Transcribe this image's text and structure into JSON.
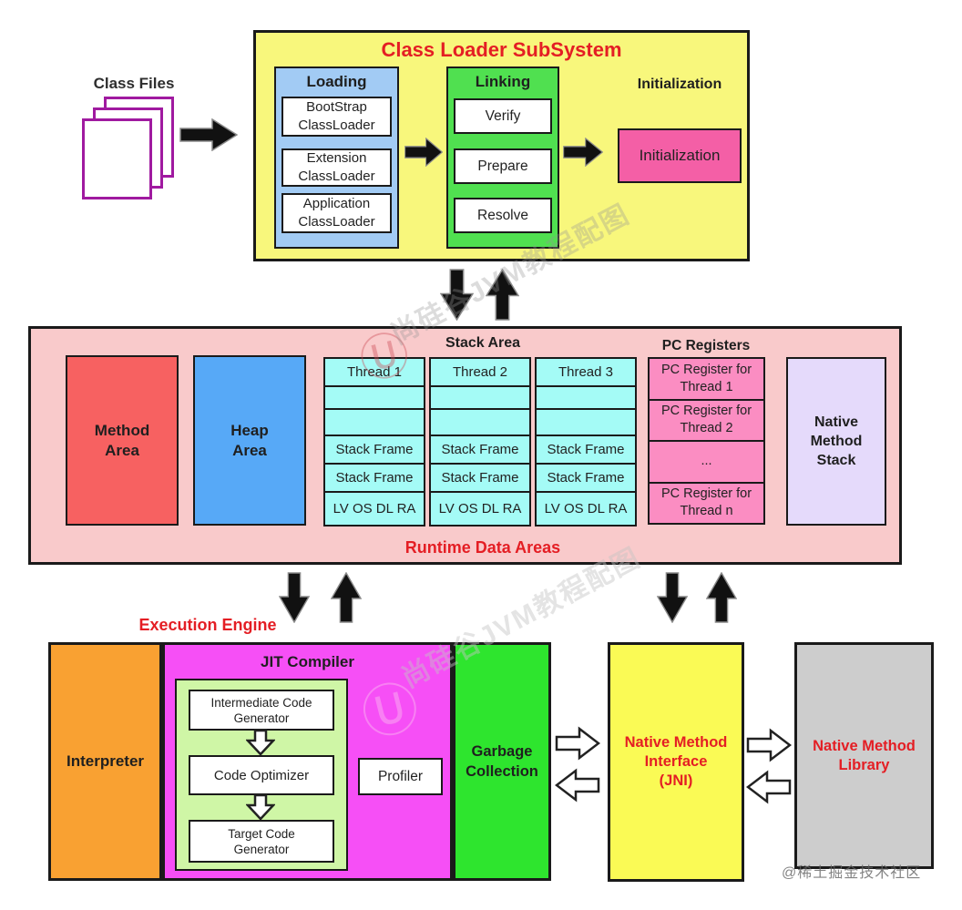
{
  "palette": {
    "subsystem_yellow": "#F8F77C",
    "loading_blue": "#A2CBF4",
    "linking_green": "#50E050",
    "init_pink": "#F45FA6",
    "runtime_pink": "#F9CACB",
    "method_red": "#F76161",
    "heap_blue": "#57A9F7",
    "stack_cyan": "#A4FBF6",
    "pc_pink": "#FB8DC2",
    "native_stack_lavender": "#E5DAFB",
    "interpreter_orange": "#F9A132",
    "jit_magenta": "#F64FF6",
    "jit_inner_green": "#CFF6A6",
    "gc_green": "#2EE52E",
    "jni_yellow": "#FAFA55",
    "library_gray": "#CDCDCD",
    "title_red": "#E41E24",
    "doc_purple": "#A01AA0",
    "border_dark": "#1a1a1a"
  },
  "top": {
    "class_files_label": "Class Files",
    "subsystem_title": "Class Loader SubSystem",
    "loading": {
      "title": "Loading",
      "items": [
        "BootStrap\nClassLoader",
        "Extension\nClassLoader",
        "Application\nClassLoader"
      ]
    },
    "linking": {
      "title": "Linking",
      "items": [
        "Verify",
        "Prepare",
        "Resolve"
      ]
    },
    "initialization": {
      "label": "Initialization",
      "box": "Initialization"
    }
  },
  "runtime": {
    "title": "Runtime Data Areas",
    "method_area": "Method\nArea",
    "heap_area": "Heap\nArea",
    "stack": {
      "title": "Stack Area",
      "columns": [
        {
          "header": "Thread 1",
          "rows": [
            "",
            "",
            "Stack Frame",
            "Stack Frame",
            "LV OS DL RA"
          ]
        },
        {
          "header": "Thread 2",
          "rows": [
            "",
            "",
            "Stack Frame",
            "Stack Frame",
            "LV OS DL RA"
          ]
        },
        {
          "header": "Thread 3",
          "rows": [
            "",
            "",
            "Stack Frame",
            "Stack Frame",
            "LV OS DL RA"
          ]
        }
      ]
    },
    "pc": {
      "title": "PC Registers",
      "rows": [
        "PC Register for\nThread 1",
        "PC Register for\nThread 2",
        "...",
        "PC Register for\nThread n"
      ]
    },
    "native_stack": "Native\nMethod\nStack"
  },
  "engine": {
    "title": "Execution Engine",
    "interpreter": "Interpreter",
    "jit": {
      "title": "JIT Compiler",
      "steps": [
        "Intermediate Code\nGenerator",
        "Code Optimizer",
        "Target Code\nGenerator"
      ],
      "profiler": "Profiler"
    },
    "gc": "Garbage\nCollection"
  },
  "native": {
    "jni": "Native Method\nInterface\n(JNI)",
    "library": "Native Method\nLibrary"
  },
  "watermarks": {
    "logo_glyph": "Ⓤ",
    "brand_upper": "尚硅谷JVM教程配图",
    "brand_lower": "尚硅谷JVM教程配图",
    "credit": "@稀土掘金技术社区"
  }
}
